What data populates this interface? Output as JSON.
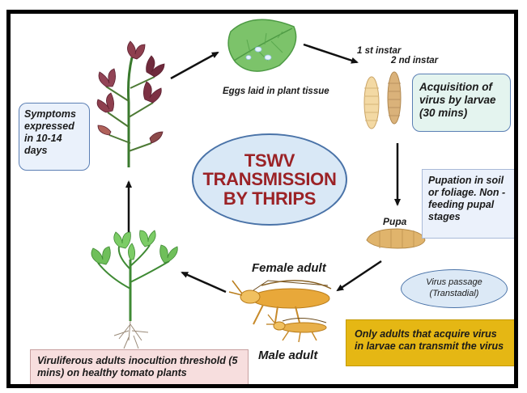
{
  "title": "TSWV\nTRANSMISSION\nBY THRIPS",
  "labels": {
    "eggs": "Eggs laid in plant tissue",
    "instar1": "1 st instar",
    "instar2": "2 nd instar",
    "pupa": "Pupa",
    "female": "Female adult",
    "male": "Male adult"
  },
  "boxes": {
    "symptoms": "Symptoms expressed in 10-14 days",
    "acquisition": "Acquisition of virus by larvae (30 mins)",
    "pupation": "Pupation in soil or foliage. Non - feeding pupal stages",
    "viruliferous": "Viruliferous adults inocultion threshold (5 mins) on healthy tomato plants",
    "adults_only": "Only adults that acquire virus in larvae can transmit the virus"
  },
  "virus_passage": {
    "line1": "Virus passage",
    "line2": "(Transtadial)"
  },
  "colors": {
    "title_red": "#9b2226",
    "ellipse_fill": "#d9e8f6",
    "ellipse_border": "#4a73a8",
    "yellow_box": "#e5b714",
    "pink_box": "#f7dede",
    "leaf_green": "#7cc36a"
  },
  "icons": [
    "leaf-egg-icon",
    "larva-icon",
    "pupa-icon",
    "female-thrips-icon",
    "male-thrips-icon",
    "diseased-tomato-plant-icon",
    "healthy-tomato-plant-icon",
    "arrow-icon"
  ]
}
